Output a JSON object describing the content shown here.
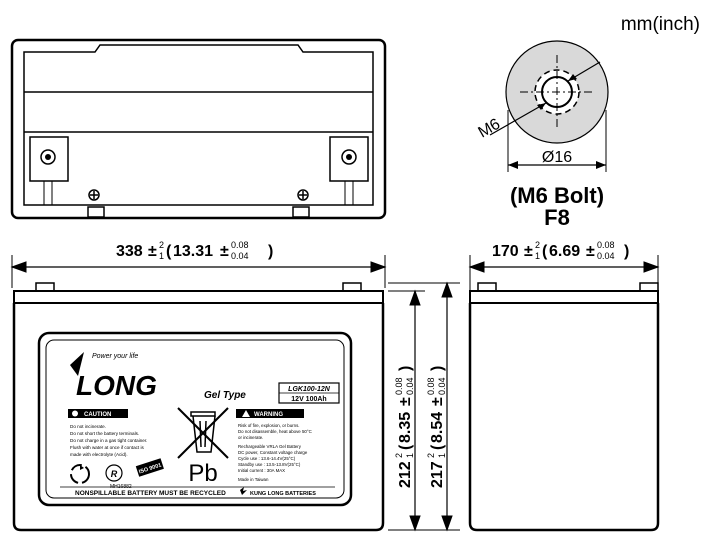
{
  "units_note": "mm(inch)",
  "terminal": {
    "bolt_label": "M6",
    "diameter_label": "Ø16",
    "type_label": "(M6 Bolt)",
    "code": "F8"
  },
  "dimensions": {
    "length": {
      "main": "338",
      "tol_plus": "2",
      "tol_minus": "1",
      "inch": "13.31",
      "inch_tol_plus": "0.08",
      "inch_tol_minus": "0.04"
    },
    "width": {
      "main": "170",
      "tol_plus": "2",
      "tol_minus": "1",
      "inch": "6.69",
      "inch_tol_plus": "0.08",
      "inch_tol_minus": "0.04"
    },
    "height_case": {
      "main": "212",
      "tol_plus": "2",
      "tol_minus": "1",
      "inch": "8.35",
      "inch_tol_plus": "0.08",
      "inch_tol_minus": "0.04"
    },
    "height_total": {
      "main": "217",
      "tol_plus": "2",
      "tol_minus": "1",
      "inch": "8.54",
      "inch_tol_plus": "0.08",
      "inch_tol_minus": "0.04"
    }
  },
  "label": {
    "tagline": "Power your life",
    "brand": "LONG",
    "gel_type": "Gel Type",
    "model": "LGK100-12N",
    "rating": "12V 100Ah",
    "caution_title": "CAUTION",
    "caution_lines": [
      "Do not incinerate.",
      "Do not short the battery terminals.",
      "Do not charge in a gas tight container.",
      "Flush with water at once if contact is",
      "made with electrolyte (Acid)."
    ],
    "warning_title": "WARNING",
    "warning_lines": [
      "Risk of fire, explosion, or burns.",
      "Do not disassemble, heat above 50°C",
      "or incinerate.",
      "Rechargeable VRLA Gel Battery",
      "DC power, Constant voltage charge",
      "Cycle use : 13.6-14.4V(25°C)",
      "Standby use : 13.5-13.8V(25°C)",
      "Initial current : 30A MAX",
      "Made in Taiwan"
    ],
    "pb": "Pb",
    "iso": "ISO 9001",
    "ul_code": "MH16882",
    "footer_left": "NONSPILLABLE BATTERY MUST BE RECYCLED",
    "footer_right": "KUNG LONG BATTERIES"
  }
}
